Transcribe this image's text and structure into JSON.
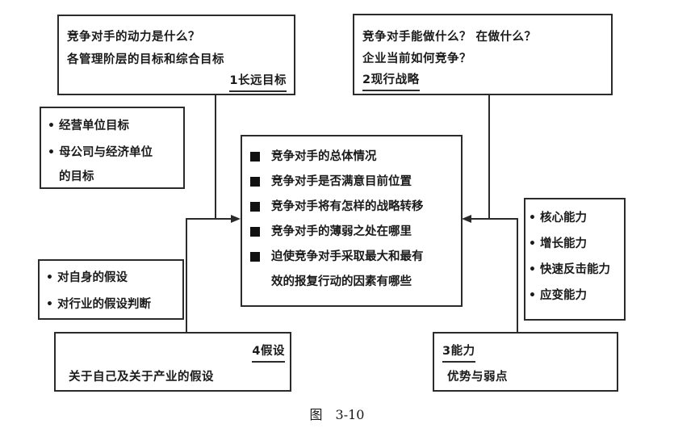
{
  "box1": {
    "line1": "竞争对手的动力是什么？",
    "line2": "各管理阶层的目标和综合目标",
    "label": "1长远目标"
  },
  "box2": {
    "line1": "竞争对手能做什么？ 在做什么？",
    "line2": "企业当前如何竞争？",
    "label": "2现行战略"
  },
  "goals_list": {
    "items": [
      "经营单位目标",
      "母公司与经济单位",
      "的目标"
    ]
  },
  "center": {
    "items": [
      "竞争对手的总体情况",
      "竞争对手是否满意目前位置",
      "竞争对手将有怎样的战略转移",
      "竞争对手的薄弱之处在哪里",
      "迫使竞争对手采取最大和最有",
      "效的报复行动的因素有哪些"
    ]
  },
  "capability_list": {
    "items": [
      "核心能力",
      "增长能力",
      "快速反击能力",
      "应变能力"
    ]
  },
  "assumption_list": {
    "items": [
      "对自身的假设",
      "对行业的假设判断"
    ]
  },
  "box4": {
    "label": "4假设",
    "text": "关于自己及关于产业的假设"
  },
  "box3": {
    "label": "3能力",
    "text": "优势与弱点"
  },
  "caption": "图　3-10"
}
